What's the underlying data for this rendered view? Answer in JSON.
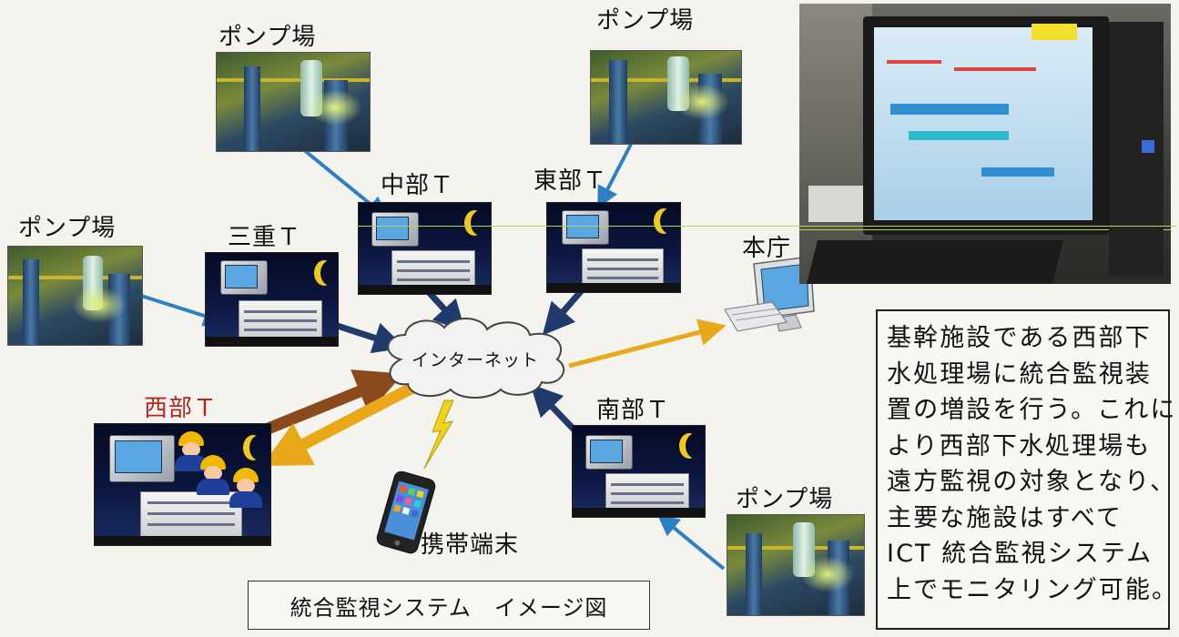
{
  "labels": {
    "pump_station": "ポンプ場",
    "chubu": "中部Ｔ",
    "tobu": "東部Ｔ",
    "mie": "三重Ｔ",
    "seibu": "西部Ｔ",
    "nanbu": "南部Ｔ",
    "honcho": "本庁",
    "internet": "インターネット",
    "mobile": "携帯端末"
  },
  "caption": "統合監視システム　イメージ図",
  "description_lines": [
    "基幹施設である西部下",
    "水処理場に統合監視装",
    "置の増設を行う。これに",
    "より西部下水処理場も",
    "遠方監視の対象となり、",
    "主要な施設はすべて",
    "ICT 統合監視システム",
    "上でモニタリング可能。"
  ],
  "colors": {
    "pump_arrow": "#2f7fc4",
    "plant_arrow": "#1f3a6b",
    "seibu_label": "#b3261e",
    "honcho_arrow": "#e8a81a",
    "seibu_out_arrow": "#8b4a1c",
    "seibu_in_arrow": "#e8a81a",
    "lightning": "#f2d21a"
  }
}
